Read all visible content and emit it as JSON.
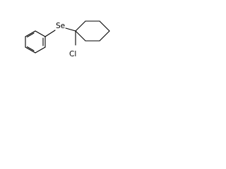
{
  "structure": {
    "atoms": {
      "selenium": "Se",
      "chlorine": "Cl"
    },
    "rings": [
      "phenyl",
      "cyclohexane"
    ],
    "colors": {
      "ink": "#000000",
      "background": "#ffffff"
    }
  }
}
